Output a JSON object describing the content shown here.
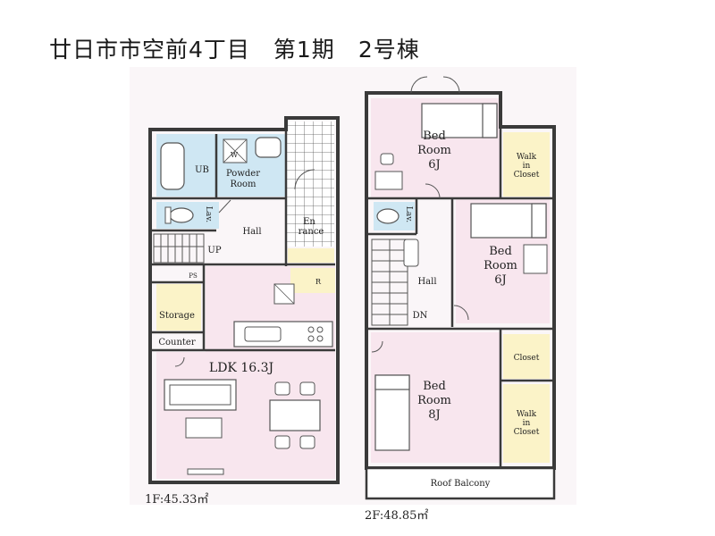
{
  "title": "廿日市市空前4丁目　第1期　2号棟",
  "floor1": {
    "area_label": "1F:45.33㎡",
    "rooms": {
      "ub": "UB",
      "powder_1": "Powder",
      "powder_2": "Room",
      "w": "W",
      "lav": "Lav.",
      "hall": "Hall",
      "entrance_1": "En",
      "entrance_2": "rance",
      "up": "UP",
      "ps": "PS",
      "r": "R",
      "storage": "Storage",
      "counter": "Counter",
      "ldk": "LDK 16.3J"
    }
  },
  "floor2": {
    "area_label": "2F:48.85㎡",
    "rooms": {
      "bed1_1": "Bed",
      "bed1_2": "Room",
      "bed1_3": "6J",
      "wic1_1": "Walk",
      "wic1_2": "in",
      "wic1_3": "Closet",
      "lav": "Lav.",
      "hall": "Hall",
      "dn": "DN",
      "bed2_1": "Bed",
      "bed2_2": "Room",
      "bed2_3": "6J",
      "closet": "Closet",
      "bed3_1": "Bed",
      "bed3_2": "Room",
      "bed3_3": "8J",
      "wic2_1": "Walk",
      "wic2_2": "in",
      "wic2_3": "Closet",
      "balcony": "Roof Balcony"
    }
  },
  "colors": {
    "room_pink": "#f8e6ee",
    "wet_blue": "#cfe7f3",
    "storage_yellow": "#fbf3c8",
    "wall": "#3a3a3a",
    "background": "#ffffff"
  }
}
